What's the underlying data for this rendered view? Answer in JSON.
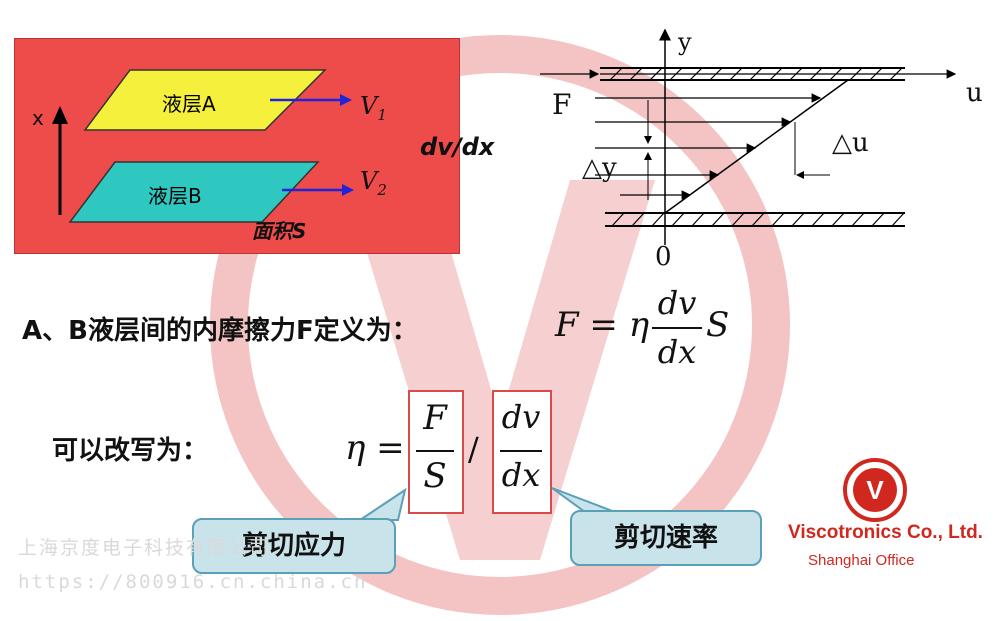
{
  "diagram": {
    "layer_a": "液层A",
    "layer_b": "液层B",
    "v1_main": "V",
    "v1_sub": "1",
    "v2_main": "V",
    "v2_sub": "2",
    "x_axis": "x",
    "area": "面积S",
    "gradient": "dv/dx",
    "y_axis": "y",
    "u_axis": "u",
    "force": "F",
    "delta_y": "△y",
    "delta_u": "△u",
    "origin": "0"
  },
  "equations": {
    "definition_label": "A、B液层间的内摩擦力F定义为：",
    "def_lhs": "F = η",
    "def_num": "dv",
    "def_den": "dx",
    "def_rhs": "S",
    "rewrite_label": "可以改写为：",
    "eta_lhs": "η =",
    "f_num": "F",
    "f_den": "S",
    "slash": "/",
    "dv_num": "dv",
    "dv_den": "dx"
  },
  "callouts": {
    "shear_stress": "剪切应力",
    "shear_rate": "剪切速率"
  },
  "logo": {
    "letter": "V",
    "company": "Viscotronics Co., Ltd.",
    "office": "Shanghai Office"
  },
  "watermark": {
    "company": "上海京度电子科技有限公司",
    "url": "https://800916.cn.china.cn"
  },
  "colors": {
    "panel_red": "#ee4b4b",
    "layer_a": "#f5f03c",
    "layer_b": "#2ec8c0",
    "arrow_blue": "#1f24d8",
    "callout_fill": "#c9e3ea",
    "logo_red": "#d0281f"
  }
}
